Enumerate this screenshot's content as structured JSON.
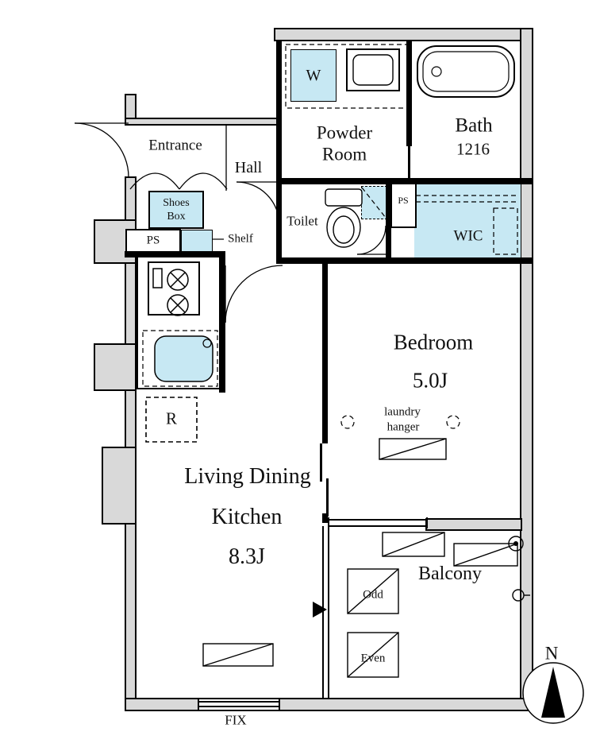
{
  "colors": {
    "wall_fill": "#d9d9d9",
    "fixture_blue": "#c7e8f3",
    "line": "#000000"
  },
  "rooms": {
    "entrance": "Entrance",
    "hall": "Hall",
    "powder_line1": "Powder",
    "powder_line2": "Room",
    "bath": "Bath",
    "bath_size": "1216",
    "toilet": "Toilet",
    "wic": "WIC",
    "bedroom": "Bedroom",
    "bedroom_size": "5.0J",
    "ldk_line1": "Living Dining",
    "ldk_line2": "Kitchen",
    "ldk_size": "8.3J",
    "balcony": "Balcony"
  },
  "labels": {
    "washer": "W",
    "shoes_line1": "Shoes",
    "shoes_line2": "Box",
    "ps_left": "PS",
    "ps_right": "PS",
    "shelf": "Shelf",
    "refrigerator": "R",
    "laundry_line1": "laundry",
    "laundry_line2": "hanger",
    "hatch_odd": "Odd",
    "hatch_even": "Even",
    "fix_window": "FIX",
    "north": "N"
  }
}
